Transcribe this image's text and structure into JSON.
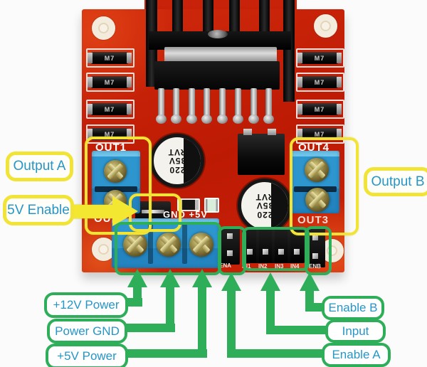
{
  "labels": {
    "output_a": "Output A",
    "enable_5v": "5V Enable",
    "output_b": "Output B",
    "power_12v": "+12V Power",
    "power_gnd": "Power GND",
    "power_5v": "+5V Power",
    "enable_b": "Enable B",
    "input": "Input",
    "enable_a": "Enable A"
  },
  "board": {
    "silkscreen": {
      "out1": "OUT1",
      "out2": "OUT2",
      "out3": "OUT3",
      "out4": "OUT4",
      "power_row": "GND +5V"
    },
    "pins": [
      "ENA",
      "IN1",
      "IN2",
      "IN3",
      "IN4",
      "ENB"
    ],
    "diode_label": "M7",
    "capacitor_lines": [
      "220",
      "35V",
      "RVT"
    ]
  },
  "colors": {
    "pcb_red": "#c9220a",
    "annotation_yellow": "#f2e337",
    "annotation_green": "#2fae5a",
    "label_text_blue": "#2596c8",
    "terminal_blue": "#2e96cf",
    "silkscreen_white": "#ffffff"
  }
}
